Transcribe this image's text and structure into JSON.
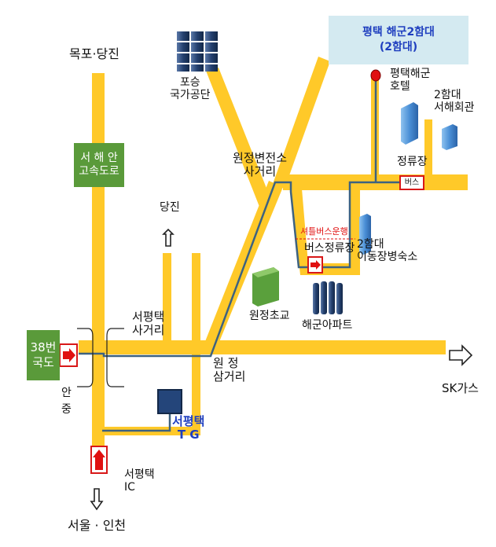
{
  "destination": {
    "line1": "평택 해군2함대",
    "line2": "(2함대)"
  },
  "labels": {
    "mokpo_dangjin": "목포·당진",
    "seohaean_expressway": "서 해 안\n고속도로",
    "poseung_complex": "포승\n국가공단",
    "pyeongtaek_navy_hotel": "평택해군\n호텔",
    "fleet2_seohae_hall": "2함대\n서해회관",
    "wonjeong_substation_junction": "원정변전소\n사거리",
    "bus_stop_top": "정류장",
    "bus_sign": "버스",
    "dangjin": "당진",
    "shuttle_bus": "셔틀버스운행",
    "bus_stop_mid": "버스정류장",
    "fleet2_lodging": "2함대\n이동장병숙소",
    "wonjeong_school": "원정초교",
    "navy_apartment": "해군아파트",
    "route38": "38번\n국도",
    "seopyeongtaek_junction": "서평택\n사거리",
    "wonjeong_3way": "원 정\n삼거리",
    "sk_gas": "SK가스",
    "anjung": "안\n중",
    "seopyeongtaek_tg": "서평택\nT G",
    "seopyeongtaek_ic": "서평택\nIC",
    "seoul_incheon": "서울 · 인천"
  },
  "colors": {
    "road": "#ffc929",
    "route_line": "#3d6280",
    "building_blue": "#4a8fd6",
    "school_green": "#5aa03c",
    "highway_green": "#5a9a3a",
    "destination_box": "#d4eaf1",
    "marker_red": "#e01010"
  },
  "icons": {
    "destination_marker": "red-dot-icon",
    "car_markers": "red-car-icon",
    "directions": "outline-arrow-icon"
  }
}
